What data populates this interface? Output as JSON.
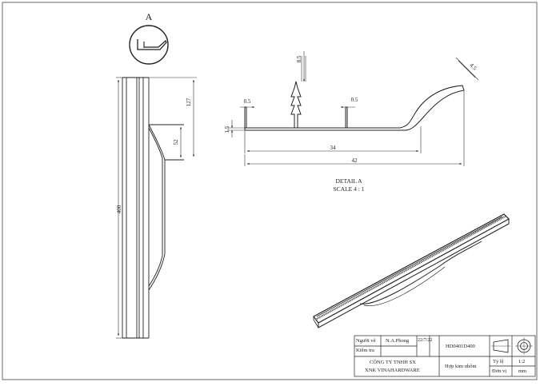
{
  "detail": {
    "view_letter": "A",
    "caption_line1": "DETAIL A",
    "caption_line2": "SCALE 4 : 1"
  },
  "dimensions": {
    "total_length": "400",
    "upper_length": "127",
    "mid_length": "52",
    "rib_height": "8.5",
    "wall_left": "0.5",
    "wall_right": "0.5",
    "base_thickness": "1.5",
    "inner_width": "34",
    "overall_width": "42",
    "lip": "4.5"
  },
  "title_block": {
    "drawn_label": "Người vẽ",
    "drawn_by": "N.A.Phong",
    "date": "22/7/22",
    "checked_label": "Kiểm tra",
    "part_code": "HD0401D400",
    "company_line1": "CÔNG TY TNHH SX",
    "company_line2": "XNK VINAHARDWARE",
    "material": "Hợp kim nhôm",
    "scale_label": "Tỷ lệ",
    "scale_value": "1:2",
    "unit_label": "Đơn vị",
    "unit_value": "mm"
  }
}
